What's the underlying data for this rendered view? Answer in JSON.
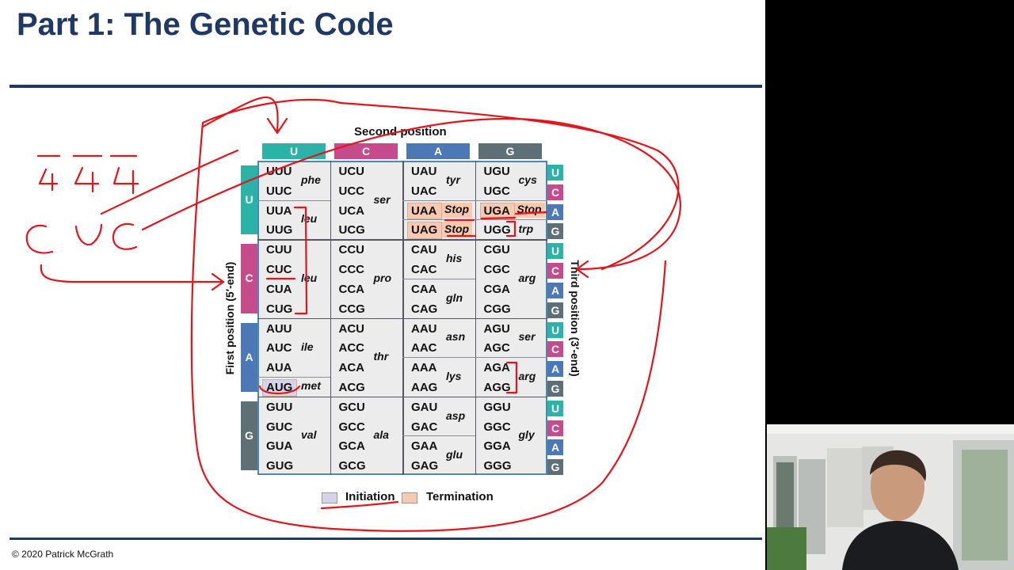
{
  "slide": {
    "title": "Part 1: The Genetic Code",
    "copyright": "© 2020 Patrick McGrath"
  },
  "table": {
    "second_position_label": "Second position",
    "first_position_label": "First position (5′-end)",
    "third_position_label": "Third position (3′-end)",
    "bases": [
      "U",
      "C",
      "A",
      "G"
    ],
    "base_colors": {
      "U": "#2ab3a6",
      "C": "#c64b8c",
      "A": "#4c78b5",
      "G": "#5e6f76"
    },
    "codons": [
      [
        [
          "UUU",
          "UUC",
          "UUA",
          "UUG"
        ],
        [
          "UCU",
          "UCC",
          "UCA",
          "UCG"
        ],
        [
          "UAU",
          "UAC",
          "UAA",
          "UAG"
        ],
        [
          "UGU",
          "UGC",
          "UGA",
          "UGG"
        ]
      ],
      [
        [
          "CUU",
          "CUC",
          "CUA",
          "CUG"
        ],
        [
          "CCU",
          "CCC",
          "CCA",
          "CCG"
        ],
        [
          "CAU",
          "CAC",
          "CAA",
          "CAG"
        ],
        [
          "CGU",
          "CGC",
          "CGA",
          "CGG"
        ]
      ],
      [
        [
          "AUU",
          "AUC",
          "AUA",
          "AUG"
        ],
        [
          "ACU",
          "ACC",
          "ACA",
          "ACG"
        ],
        [
          "AAU",
          "AAC",
          "AAA",
          "AAG"
        ],
        [
          "AGU",
          "AGC",
          "AGA",
          "AGG"
        ]
      ],
      [
        [
          "GUU",
          "GUC",
          "GUA",
          "GUG"
        ],
        [
          "GCU",
          "GCC",
          "GCA",
          "GCG"
        ],
        [
          "GAU",
          "GAC",
          "GAA",
          "GAG"
        ],
        [
          "GGU",
          "GGC",
          "GGA",
          "GGG"
        ]
      ]
    ],
    "amino_acids": [
      [
        [
          {
            "text": "phe",
            "span": [
              0,
              1
            ]
          },
          {
            "text": "leu",
            "span": [
              2,
              3
            ]
          }
        ],
        [
          {
            "text": "ser",
            "span": [
              0,
              3
            ]
          }
        ],
        [
          {
            "text": "tyr",
            "span": [
              0,
              1
            ]
          },
          {
            "text": "Stop",
            "span": [
              2,
              2
            ]
          },
          {
            "text": "Stop",
            "span": [
              3,
              3
            ]
          }
        ],
        [
          {
            "text": "cys",
            "span": [
              0,
              1
            ]
          },
          {
            "text": "Stop",
            "span": [
              2,
              2
            ]
          },
          {
            "text": "trp",
            "span": [
              3,
              3
            ]
          }
        ]
      ],
      [
        [
          {
            "text": "leu",
            "span": [
              0,
              3
            ]
          }
        ],
        [
          {
            "text": "pro",
            "span": [
              0,
              3
            ]
          }
        ],
        [
          {
            "text": "his",
            "span": [
              0,
              1
            ]
          },
          {
            "text": "gln",
            "span": [
              2,
              3
            ]
          }
        ],
        [
          {
            "text": "arg",
            "span": [
              0,
              3
            ]
          }
        ]
      ],
      [
        [
          {
            "text": "ile",
            "span": [
              0,
              2
            ]
          },
          {
            "text": "met",
            "span": [
              3,
              3
            ]
          }
        ],
        [
          {
            "text": "thr",
            "span": [
              0,
              3
            ]
          }
        ],
        [
          {
            "text": "asn",
            "span": [
              0,
              1
            ]
          },
          {
            "text": "lys",
            "span": [
              2,
              3
            ]
          }
        ],
        [
          {
            "text": "ser",
            "span": [
              0,
              1
            ]
          },
          {
            "text": "arg",
            "span": [
              2,
              3
            ]
          }
        ]
      ],
      [
        [
          {
            "text": "val",
            "span": [
              0,
              3
            ]
          }
        ],
        [
          {
            "text": "ala",
            "span": [
              0,
              3
            ]
          }
        ],
        [
          {
            "text": "asp",
            "span": [
              0,
              1
            ]
          },
          {
            "text": "glu",
            "span": [
              2,
              3
            ]
          }
        ],
        [
          {
            "text": "gly",
            "span": [
              0,
              3
            ]
          }
        ]
      ]
    ],
    "initiation_codons": [
      "AUG"
    ],
    "termination_codons": [
      "UAA",
      "UAG",
      "UGA"
    ]
  },
  "legend": {
    "initiation_label": "Initiation",
    "termination_label": "Termination",
    "initiation_color": "#d6d3e8",
    "termination_color": "#f6c9b0"
  },
  "annotation": {
    "ink_color": "#e3141b",
    "digits": [
      "4",
      "4",
      "4"
    ],
    "letters": [
      "C",
      "U",
      "C"
    ]
  }
}
